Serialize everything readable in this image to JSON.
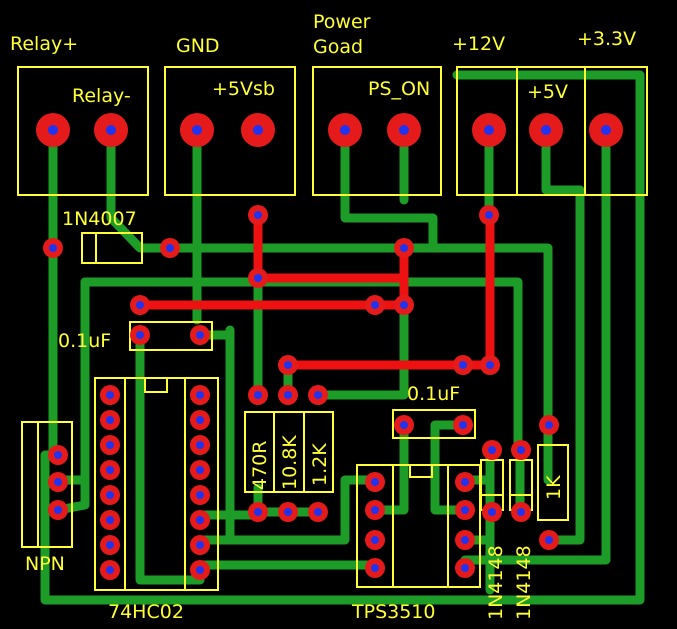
{
  "title_labels": {
    "relay_plus": "Relay+",
    "relay_minus": "Relay-",
    "gnd": "GND",
    "five_vsb": "+5Vsb",
    "power_good_line1": "Power",
    "power_good_line2": "Goad",
    "ps_on": "PS_ON",
    "twelve_v": "+12V",
    "five_v": "+5V",
    "three_v3": "+3.3V"
  },
  "components": {
    "diode_main": "1N4007",
    "cap1": "0.1uF",
    "cap2": "0.1uF",
    "r1": "470R",
    "r2": "10.8K",
    "r3": "1.2K",
    "r4": "1K",
    "npn": "NPN",
    "ic1": "74HC02",
    "ic2": "TPS3510",
    "d2": "1N4148",
    "d3": "1N4148"
  },
  "colors": {
    "background": "#000000",
    "silkscreen": "#ffff33",
    "trace_bottom": "#1e9c28",
    "trace_top": "#ee1111",
    "pad": "#e51b1b",
    "drill": "#2233ee"
  }
}
